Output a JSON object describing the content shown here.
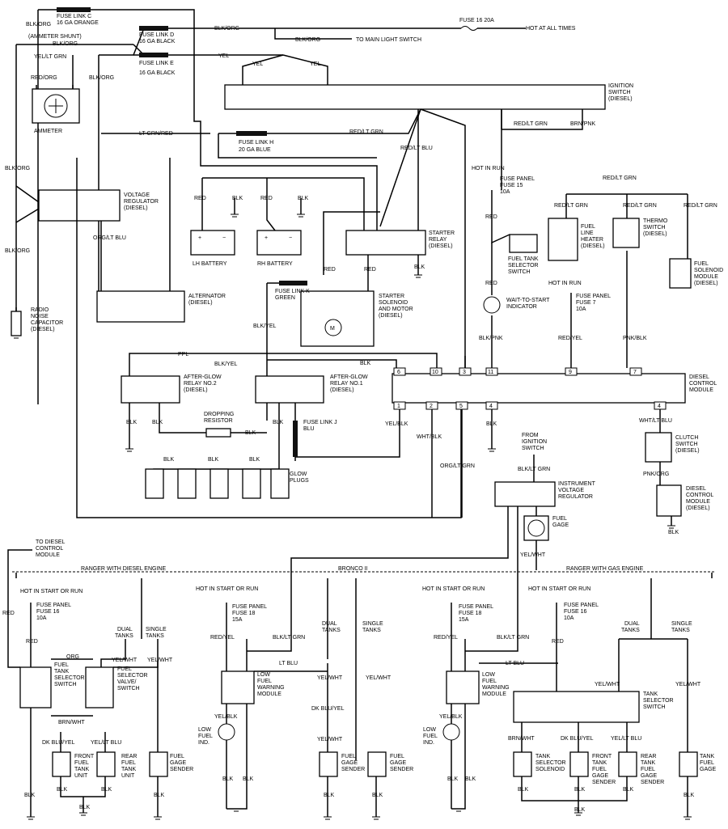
{
  "labels": {
    "fuse_link_c": "FUSE LINK C",
    "ga_16_orange": "16 GA ORANGE",
    "fuse_link_d": "FUSE LINK D",
    "ga_16_black": "16 GA BLACK",
    "fuse_link_e": "FUSE LINK E",
    "fuse_link_h": "FUSE LINK H",
    "ga_20_blue": "20 GA BLUE",
    "fuse_link_k": "FUSE LINK K",
    "green": "GREEN",
    "fuse_link_j": "FUSE LINK J",
    "blu": "BLU",
    "fuse_16_20a": "FUSE 16 20A",
    "hot_at_all_times": "HOT AT ALL TIMES",
    "to_main_light_switch": "TO MAIN LIGHT SWITCH",
    "ammeter_shunt": "(AMMETER SHUNT)",
    "ammeter": "AMMETER",
    "ignition_switch": "IGNITION",
    "switch_diesel": "SWITCH",
    "diesel": "(DIESEL)",
    "voltage_regulator": "VOLTAGE",
    "regulator": "REGULATOR",
    "radio": "RADIO",
    "noise": "NOISE",
    "capacitor": "CAPACITOR",
    "alternator": "ALTERNATOR",
    "lh_battery": "LH BATTERY",
    "rh_battery": "RH BATTERY",
    "starter": "STARTER",
    "relay": "RELAY",
    "starter_solenoid": "STARTER",
    "solenoid": "SOLENOID",
    "and_motor": "AND MOTOR",
    "hot_in_run": "HOT IN RUN",
    "fuse_panel": "FUSE PANEL",
    "fuse_15": "FUSE 15",
    "a10": "10A",
    "fuse_7": "FUSE 7",
    "fuel_tank_selector_switch_1": "FUEL TANK",
    "fuel_tank_selector_switch_2": "SELECTOR",
    "fuel_tank_selector_switch_3": "SWITCH",
    "wait_to_start_1": "WAIT-TO-START",
    "wait_to_start_2": "INDICATOR",
    "fuel_line_heater_1": "FUEL",
    "fuel_line_heater_2": "LINE",
    "fuel_line_heater_3": "HEATER",
    "thermo_1": "THERMO",
    "thermo_2": "SWITCH",
    "fuel_solenoid_1": "FUEL",
    "fuel_solenoid_2": "SOLENOID",
    "fuel_solenoid_3": "MODULE",
    "dcm_1": "DIESEL",
    "dcm_2": "CONTROL",
    "dcm_3": "MODULE",
    "after_glow_2_1": "AFTER-GLOW",
    "after_glow_2_2": "RELAY NO.2",
    "after_glow_1_1": "AFTER-GLOW",
    "after_glow_1_2": "RELAY NO.1",
    "dropping_1": "DROPPING",
    "dropping_2": "RESISTOR",
    "glow_1": "GLOW",
    "glow_2": "PLUGS",
    "clutch_1": "CLUTCH",
    "clutch_2": "SWITCH",
    "dcm_b_1": "DIESEL",
    "dcm_b_2": "CONTROL",
    "dcm_b_3": "MODULE",
    "from_ign_1": "FROM",
    "from_ign_2": "IGNITION",
    "from_ign_3": "SWITCH",
    "inst_vr_1": "INSTRUMENT",
    "inst_vr_2": "VOLTAGE",
    "inst_vr_3": "REGULATOR",
    "fuel_gage_1": "FUEL",
    "fuel_gage_2": "GAGE",
    "to_dcm_1": "TO DIESEL",
    "to_dcm_2": "CONTROL",
    "to_dcm_3": "MODULE",
    "ranger_diesel": "RANGER WITH DIESEL ENGINE",
    "bronco": "BRONCO II",
    "ranger_gas": "RANGER WITH GAS ENGINE",
    "hot_start_run": "HOT IN START OR RUN",
    "fuse_16": "FUSE 16",
    "fuse_18": "FUSE 18",
    "a15": "15A",
    "dual": "DUAL",
    "tanks": "TANKS",
    "single": "SINGLE",
    "fts_1": "FUEL",
    "fts_2": "TANK",
    "fts_3": "SELECTOR",
    "fts_4": "SWITCH",
    "fsv_1": "FUEL",
    "fsv_2": "SELECTOR",
    "fsv_3": "VALVE/",
    "fsv_4": "SWITCH",
    "lfw_1": "LOW",
    "lfw_2": "FUEL",
    "lfw_3": "WARNING",
    "lfw_4": "MODULE",
    "lfi_1": "LOW",
    "lfi_2": "FUEL",
    "lfi_3": "IND.",
    "ftf_1": "FRONT",
    "ftf_2": "FUEL",
    "ftf_3": "TANK",
    "ftf_4": "UNIT",
    "rtf_1": "REAR",
    "rtf_2": "FUEL",
    "rtf_3": "TANK",
    "rtf_4": "UNIT",
    "fgs_1": "FUEL",
    "fgs_2": "GAGE",
    "fgs_3": "SENDER",
    "tss_1": "TANK",
    "tss_2": "SELECTOR",
    "tss_3": "SWITCH",
    "tssol_1": "TANK",
    "tssol_2": "SELECTOR",
    "tssol_3": "SOLENOID",
    "ftfg_1": "FRONT",
    "ftfg_2": "TANK",
    "ftfg_3": "FUEL",
    "ftfg_4": "GAGE",
    "ftfg_5": "SENDER",
    "rtfg_1": "REAR",
    "rtfg_2": "TANK",
    "rtfg_3": "FUEL",
    "rtfg_4": "GAGE",
    "rtfg_5": "SENDER",
    "tfg_1": "TANK",
    "tfg_2": "FUEL",
    "tfg_3": "GAGE",
    "pin_6": "6",
    "pin_10": "10",
    "pin_3": "3",
    "pin_11": "11",
    "pin_9": "9",
    "pin_7": "7",
    "pin_1": "1",
    "pin_2": "2",
    "pin_5": "5",
    "pin_4": "4",
    "pin_4b": "4"
  },
  "wires": {
    "blk_org": "BLK/ORG",
    "yel_lt_grn": "YEL/LT GRN",
    "red_org": "RED/ORG",
    "yel": "YEL",
    "lt_grn_red": "LT GRN/RED",
    "red_lt_grn": "RED/LT GRN",
    "red_lt_blu": "RED/LT BLU",
    "brn_pnk": "BRN/PNK",
    "red": "RED",
    "blk": "BLK",
    "org_lt_blu": "ORG/LT BLU",
    "blk_pnk": "BLK/PNK",
    "red_yel": "RED/YEL",
    "pnk_blk": "PNK/BLK",
    "blk_yel": "BLK/YEL",
    "ppl": "PPL",
    "yel_blk": "YEL/BLK",
    "wht_blk": "WHT/BLK",
    "org_lt_grn": "ORG/LT GRN",
    "wht_lt_blu": "WHT/LT BLU",
    "pnk_org": "PNK/ORG",
    "blk_lt_grn": "BLK/LT GRN",
    "yel_wht": "YEL/WHT",
    "org": "ORG",
    "brn_wht": "BRN/WHT",
    "dk_blu_yel": "DK BLU/YEL",
    "yel_lt_blu": "YEL/LT BLU",
    "lt_blu": "LT BLU",
    "blk_lt_grn2": "BLK/LT GRN"
  }
}
